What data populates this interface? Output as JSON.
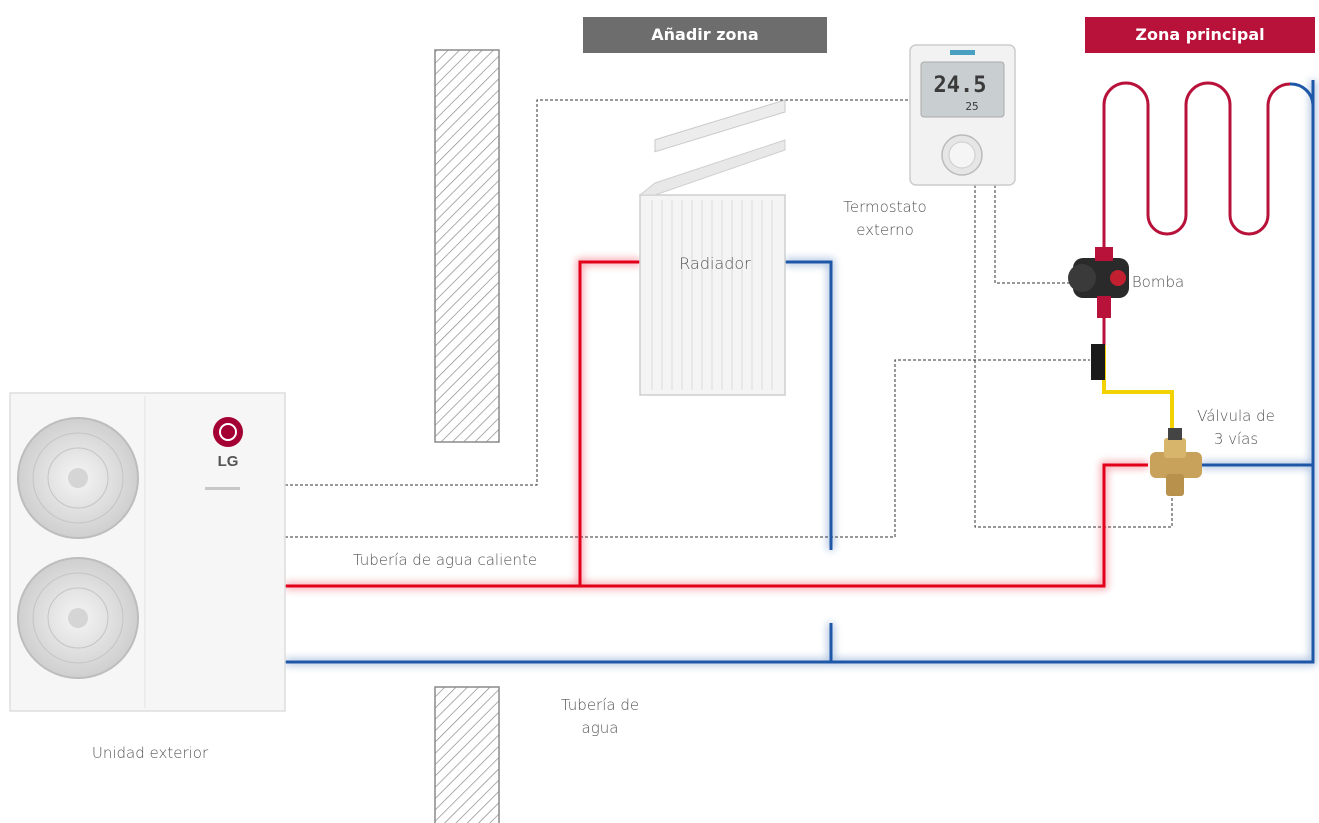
{
  "tags": {
    "add_zone": "Añadir zona",
    "main_zone": "Zona principal"
  },
  "labels": {
    "external_thermostat": [
      "Termostato",
      "externo"
    ],
    "radiator": "Radiador",
    "pump": "Bomba",
    "three_way_valve": [
      "Válvula de",
      "3 vías"
    ],
    "hot_water_pipe": "Tubería de agua caliente",
    "water_pipe": [
      "Tubería de",
      "agua"
    ],
    "outdoor_unit": "Unidad exterior"
  },
  "outdoor_unit": {
    "brand": "LG"
  },
  "thermostat": {
    "display_main": "24.5",
    "display_sub": "25"
  },
  "colors": {
    "hot_pipe": "#e3001b",
    "cold_pipe": "#1f57a8",
    "control_pipe": "#f2d200",
    "signal_wire": "#333333",
    "add_zone_bg": "#6d6d6d",
    "main_zone_bg": "#b8123a",
    "brand_red": "#a50034"
  }
}
